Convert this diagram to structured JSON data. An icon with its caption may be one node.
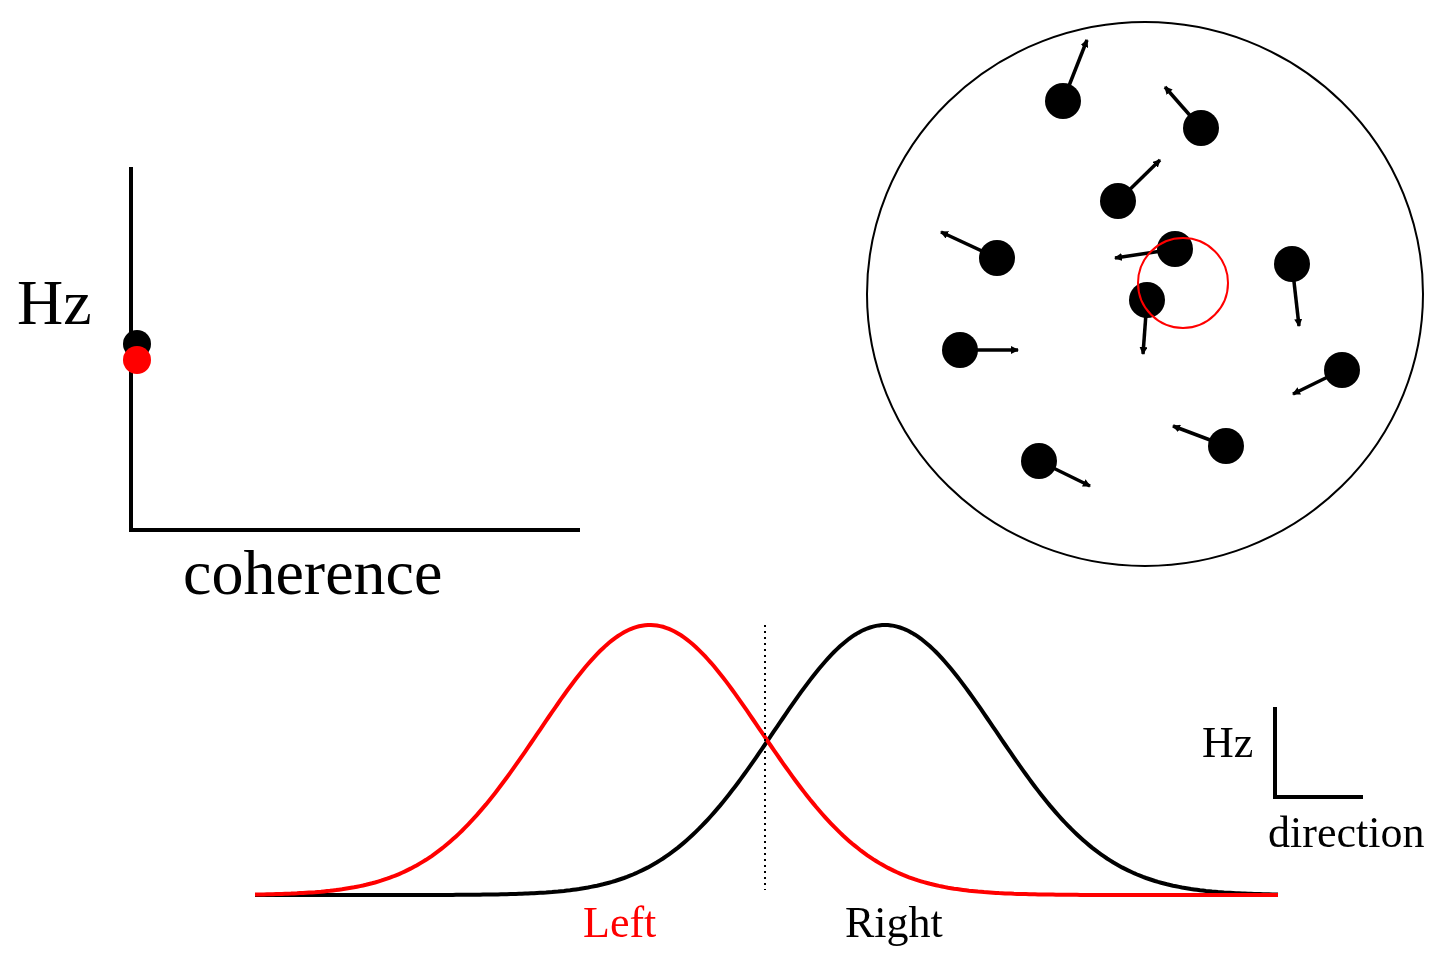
{
  "diagram": {
    "labels": [
      "Hz",
      "coherence",
      "Hz",
      "direction",
      "Left",
      "Right"
    ]
  }
}
